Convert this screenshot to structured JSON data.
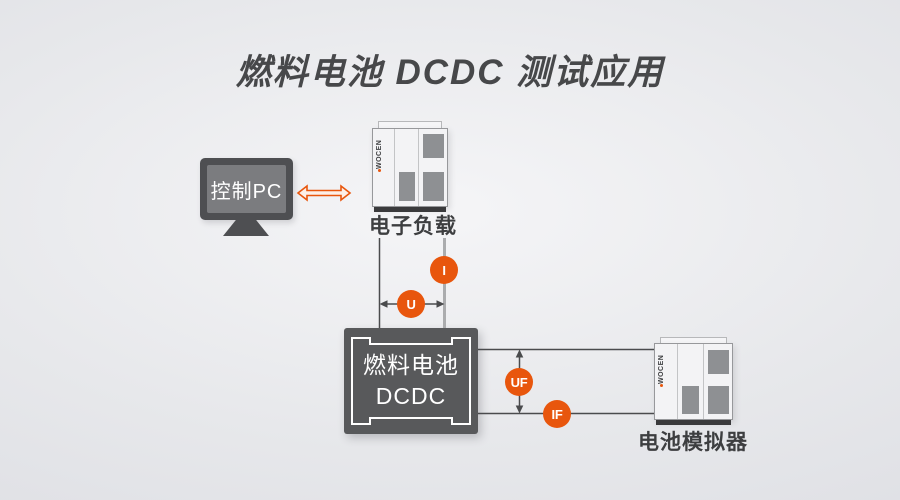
{
  "title": "燃料电池 DCDC 测试应用",
  "colors": {
    "accent": "#E8560D",
    "box_bg": "#58595B",
    "line_dark": "#4A4B4D",
    "line_light": "#ABACAE"
  },
  "control_pc": {
    "screen_label": "控制PC"
  },
  "electronic_load": {
    "brand": "WOCEN",
    "label": "电子负载"
  },
  "battery_simulator": {
    "brand": "WOCEN",
    "label": "电池模拟器"
  },
  "dcdc_box": {
    "line1": "燃料电池",
    "line2": "DCDC"
  },
  "signals": {
    "load_current": "I",
    "load_voltage": "U",
    "fc_voltage": "UF",
    "fc_current": "IF"
  }
}
